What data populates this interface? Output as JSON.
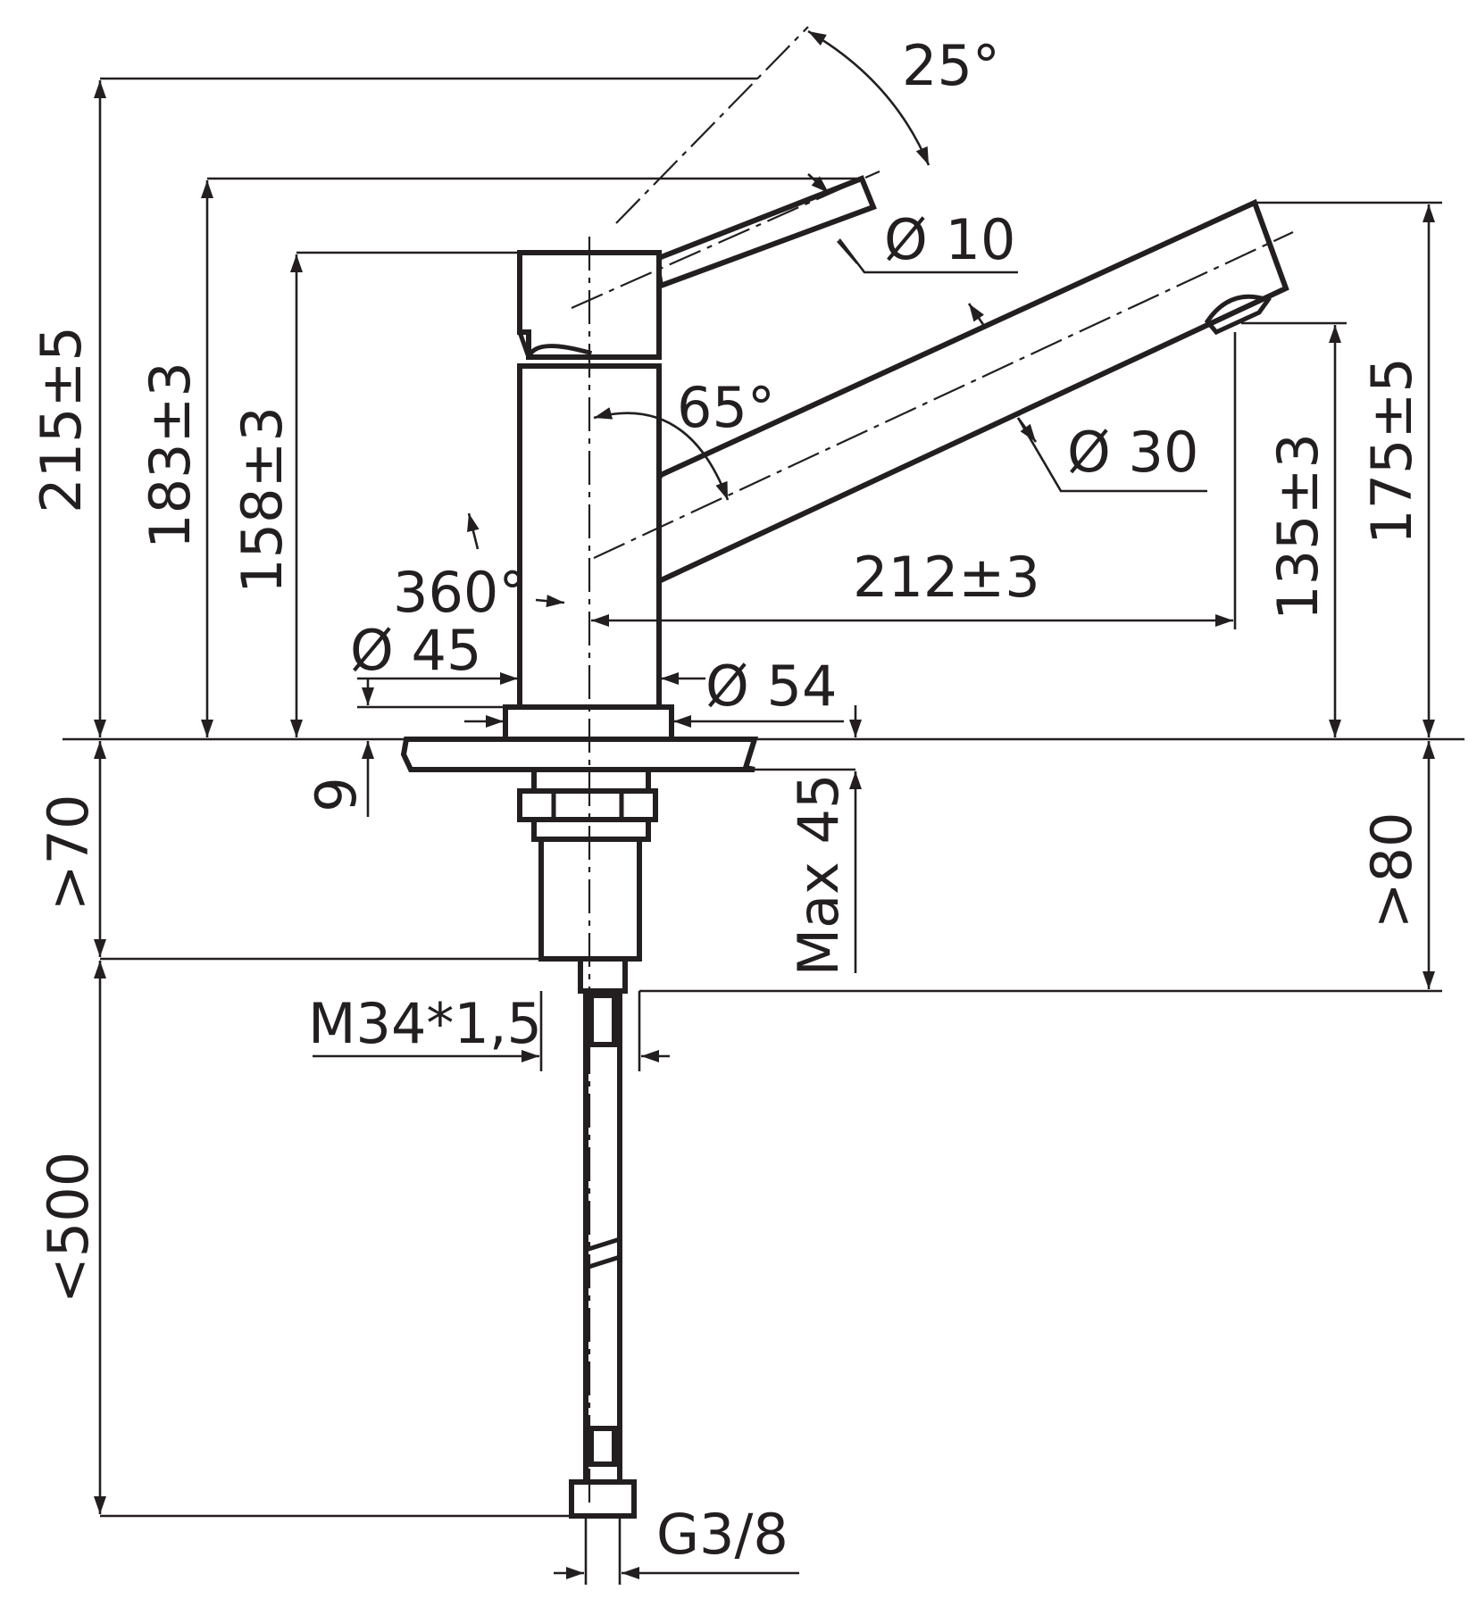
{
  "dimensions": {
    "total_height": "215±5",
    "lever_height": "183±3",
    "body_height": "158±3",
    "angle_lever": "25°",
    "lever_diameter": "Ø 10",
    "angle_spout": "65°",
    "spout_diameter": "Ø 30",
    "swivel": "360°",
    "reach": "212±3",
    "outlet_height": "135±3",
    "spout_top_height": "175±5",
    "body_diameter": "Ø 45",
    "base_diameter": "Ø 54",
    "base_thickness": "9",
    "clearance_below": ">70",
    "max_counter_thickness": "Max 45",
    "cabinet_clearance": ">80",
    "thread": "M34*1,5",
    "hose_length": "<500",
    "connection": "G3/8"
  }
}
